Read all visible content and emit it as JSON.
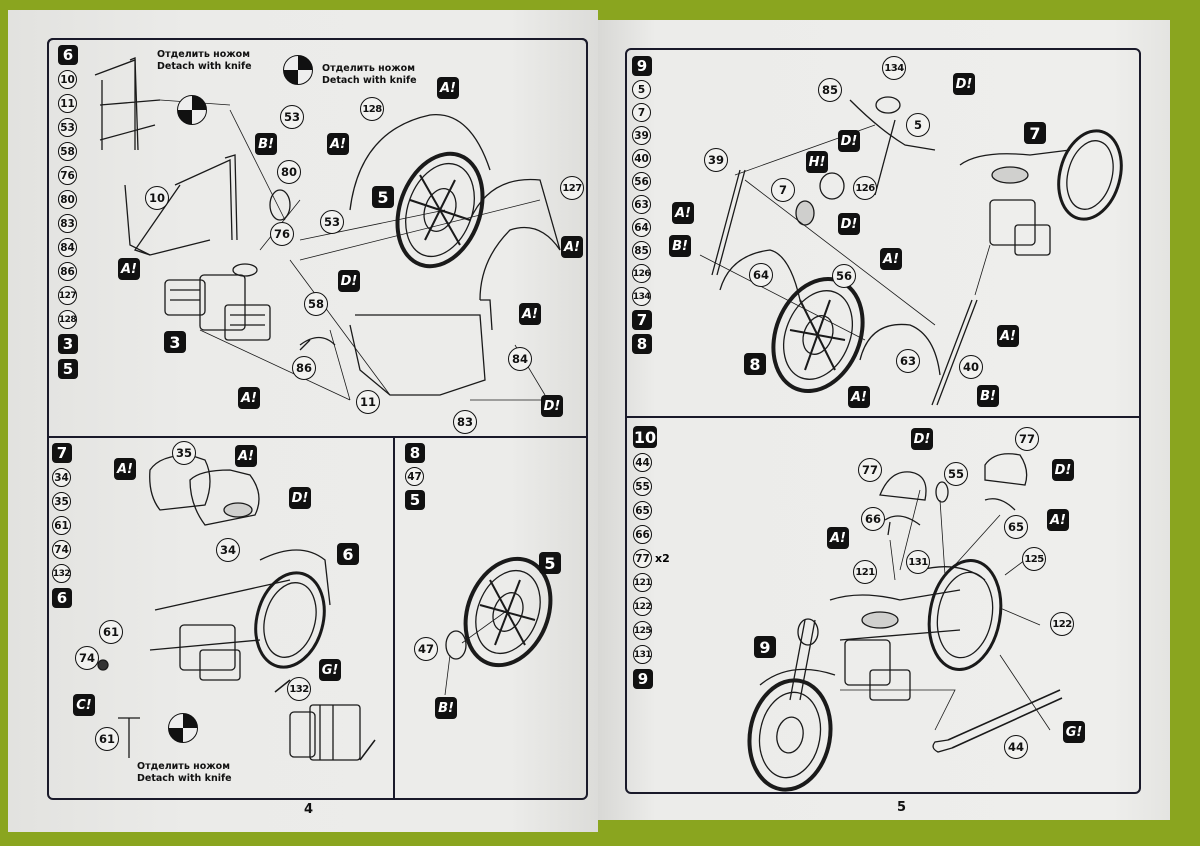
{
  "document": {
    "type": "model kit assembly instructions",
    "pages": [
      {
        "page_number": "4",
        "steps": [
          {
            "step": "6",
            "parts_list": [
              "10",
              "11",
              "53",
              "58",
              "76",
              "80",
              "83",
              "84",
              "86",
              "127",
              "128"
            ],
            "subassemblies_used": [
              "3",
              "5"
            ],
            "callouts": {
              "parts": [
                "10",
                "53",
                "80",
                "76",
                "53",
                "128",
                "127",
                "58",
                "86",
                "84",
                "11",
                "83"
              ],
              "subassemblies": [
                "5",
                "3"
              ],
              "paints": [
                "A",
                "B",
                "A",
                "A",
                "D",
                "A",
                "A",
                "A",
                "D"
              ]
            },
            "notes": [
              {
                "ru": "Отделить ножом",
                "en": "Detach with knife"
              },
              {
                "ru": "Отделить ножом",
                "en": "Detach with knife"
              }
            ]
          },
          {
            "step": "7",
            "parts_list": [
              "34",
              "35",
              "61",
              "74",
              "132"
            ],
            "subassemblies_used": [
              "6"
            ],
            "callouts": {
              "parts": [
                "35",
                "34",
                "61",
                "74",
                "132",
                "61"
              ],
              "subassemblies": [
                "6"
              ],
              "paints": [
                "A",
                "A",
                "D",
                "G",
                "C"
              ]
            },
            "notes": [
              {
                "ru": "Отделить ножом",
                "en": "Detach with knife"
              }
            ]
          },
          {
            "step": "8",
            "parts_list": [
              "47"
            ],
            "subassemblies_used": [
              "5"
            ],
            "callouts": {
              "parts": [
                "47"
              ],
              "subassemblies": [
                "5"
              ],
              "paints": [
                "B"
              ]
            }
          }
        ]
      },
      {
        "page_number": "5",
        "steps": [
          {
            "step": "9",
            "parts_list": [
              "5",
              "7",
              "39",
              "40",
              "56",
              "63",
              "64",
              "85",
              "126",
              "134"
            ],
            "subassemblies_used": [
              "7",
              "8"
            ],
            "callouts": {
              "parts": [
                "134",
                "85",
                "5",
                "39",
                "7",
                "126",
                "64",
                "56",
                "63",
                "40"
              ],
              "subassemblies": [
                "7",
                "8"
              ],
              "paints": [
                "D",
                "D",
                "H",
                "D",
                "A",
                "B",
                "A",
                "A",
                "A",
                "B"
              ]
            }
          },
          {
            "step": "10",
            "parts_list": [
              {
                "id": "44"
              },
              {
                "id": "55"
              },
              {
                "id": "65"
              },
              {
                "id": "66"
              },
              {
                "id": "77",
                "qty": "x2"
              },
              {
                "id": "121"
              },
              {
                "id": "122"
              },
              {
                "id": "125"
              },
              {
                "id": "131"
              }
            ],
            "subassemblies_used": [
              "9"
            ],
            "callouts": {
              "parts": [
                "77",
                "55",
                "77",
                "66",
                "65",
                "131",
                "121",
                "125",
                "122",
                "44"
              ],
              "subassemblies": [
                "9"
              ],
              "paints": [
                "D",
                "D",
                "A",
                "A",
                "G"
              ]
            }
          }
        ]
      }
    ]
  },
  "labels": {
    "knife_ru": "Отделить ножом",
    "knife_en": "Detach with knife",
    "p4": "4",
    "p5": "5",
    "s6": "6",
    "s7": "7",
    "s8": "8",
    "s9": "9",
    "s10": "10",
    "x2": "x2"
  },
  "colors": {
    "background": "#8aa51f",
    "paper": "#ececea",
    "ink": "#111111"
  }
}
